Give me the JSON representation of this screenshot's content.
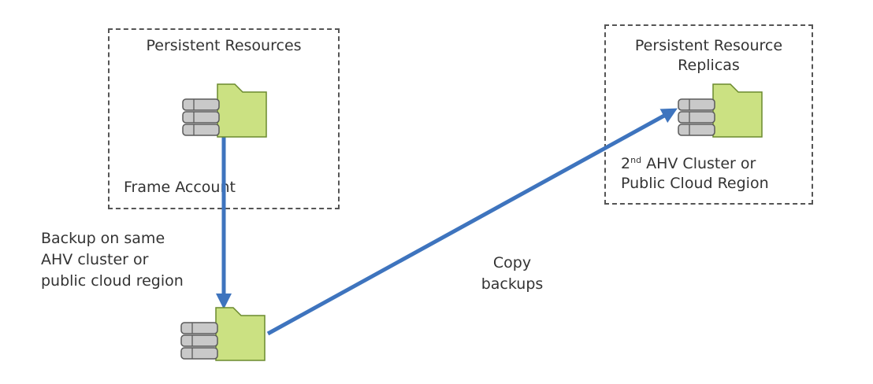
{
  "boxes": {
    "left_title": "Persistent Resources",
    "left_account": "Frame Account",
    "right_title_line1": "Persistent Resource",
    "right_title_line2": "Replicas",
    "right_region_prefix": "2",
    "right_region_sup": "nd",
    "right_region_line1_rest": " AHV Cluster or",
    "right_region_line2": "Public Cloud Region"
  },
  "arrow_labels": {
    "backup_line1": "Backup on same",
    "backup_line2": "AHV cluster or",
    "backup_line3": "public cloud region",
    "copy_line1": "Copy",
    "copy_line2": "backups"
  },
  "icons": {
    "name": "database-folder-icon"
  },
  "colors": {
    "arrow": "#3E74BE",
    "folder_fill": "#CBE182",
    "folder_stroke": "#6B8A2E",
    "disk_fill": "#C9C9C9",
    "disk_stroke": "#5A5A5A",
    "dash_border": "#555555"
  }
}
